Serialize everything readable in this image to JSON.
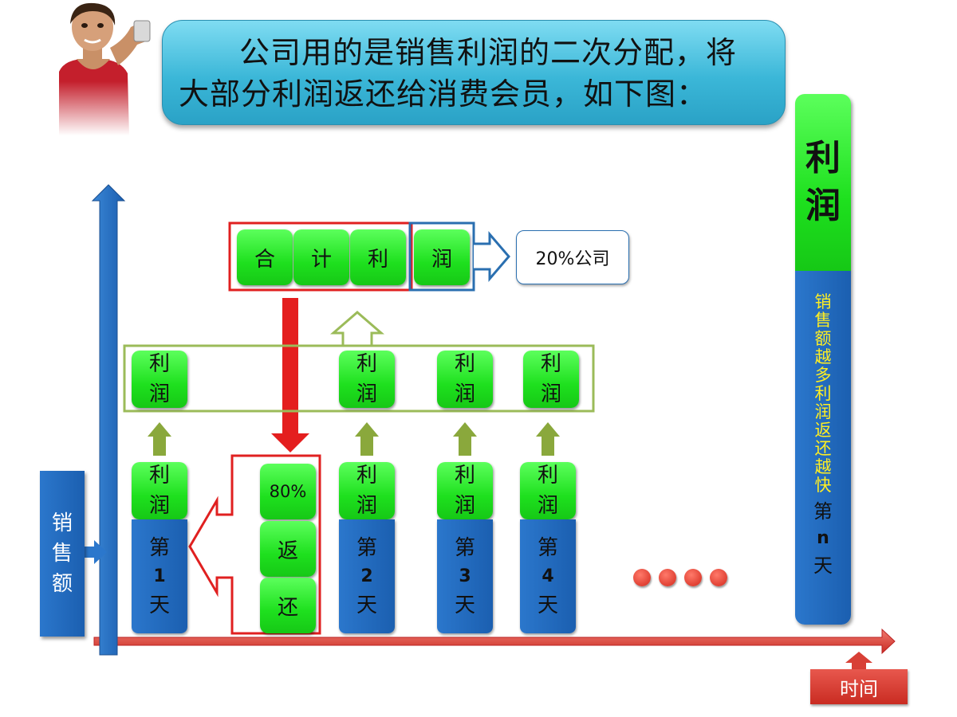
{
  "title": {
    "line1": "公司用的是销售利润的二次分配，将",
    "line2": "大部分利润返还给消费会员，如下图："
  },
  "top_row": {
    "chars": [
      "合",
      "计",
      "利",
      "润"
    ],
    "company_share": "20%公司"
  },
  "profit_row": {
    "label_a": "利",
    "label_b": "润"
  },
  "return_box": {
    "percent": "80%",
    "c1": "返",
    "c2": "还"
  },
  "days": [
    {
      "top_a": "利",
      "top_b": "润",
      "d1": "第",
      "num": "1",
      "d2": "天"
    },
    {
      "top_a": "利",
      "top_b": "润",
      "d1": "第",
      "num": "2",
      "d2": "天"
    },
    {
      "top_a": "利",
      "top_b": "润",
      "d1": "第",
      "num": "3",
      "d2": "天"
    },
    {
      "top_a": "利",
      "top_b": "润",
      "d1": "第",
      "num": "4",
      "d2": "天"
    }
  ],
  "right_column": {
    "profit_a": "利",
    "profit_b": "润",
    "desc": [
      "销",
      "售",
      "额",
      "越",
      "多",
      "利",
      "润",
      "返",
      "还",
      "越",
      "快"
    ],
    "day_a": "第",
    "day_n": "n",
    "day_b": "天"
  },
  "y_axis_label": [
    "销",
    "售",
    "额"
  ],
  "x_axis_label": "时间",
  "colors": {
    "green": "#1ee01e",
    "blue": "#1b5fb0",
    "red": "#e02020",
    "olive": "#9bbb59",
    "title": "#3bb7d8"
  }
}
